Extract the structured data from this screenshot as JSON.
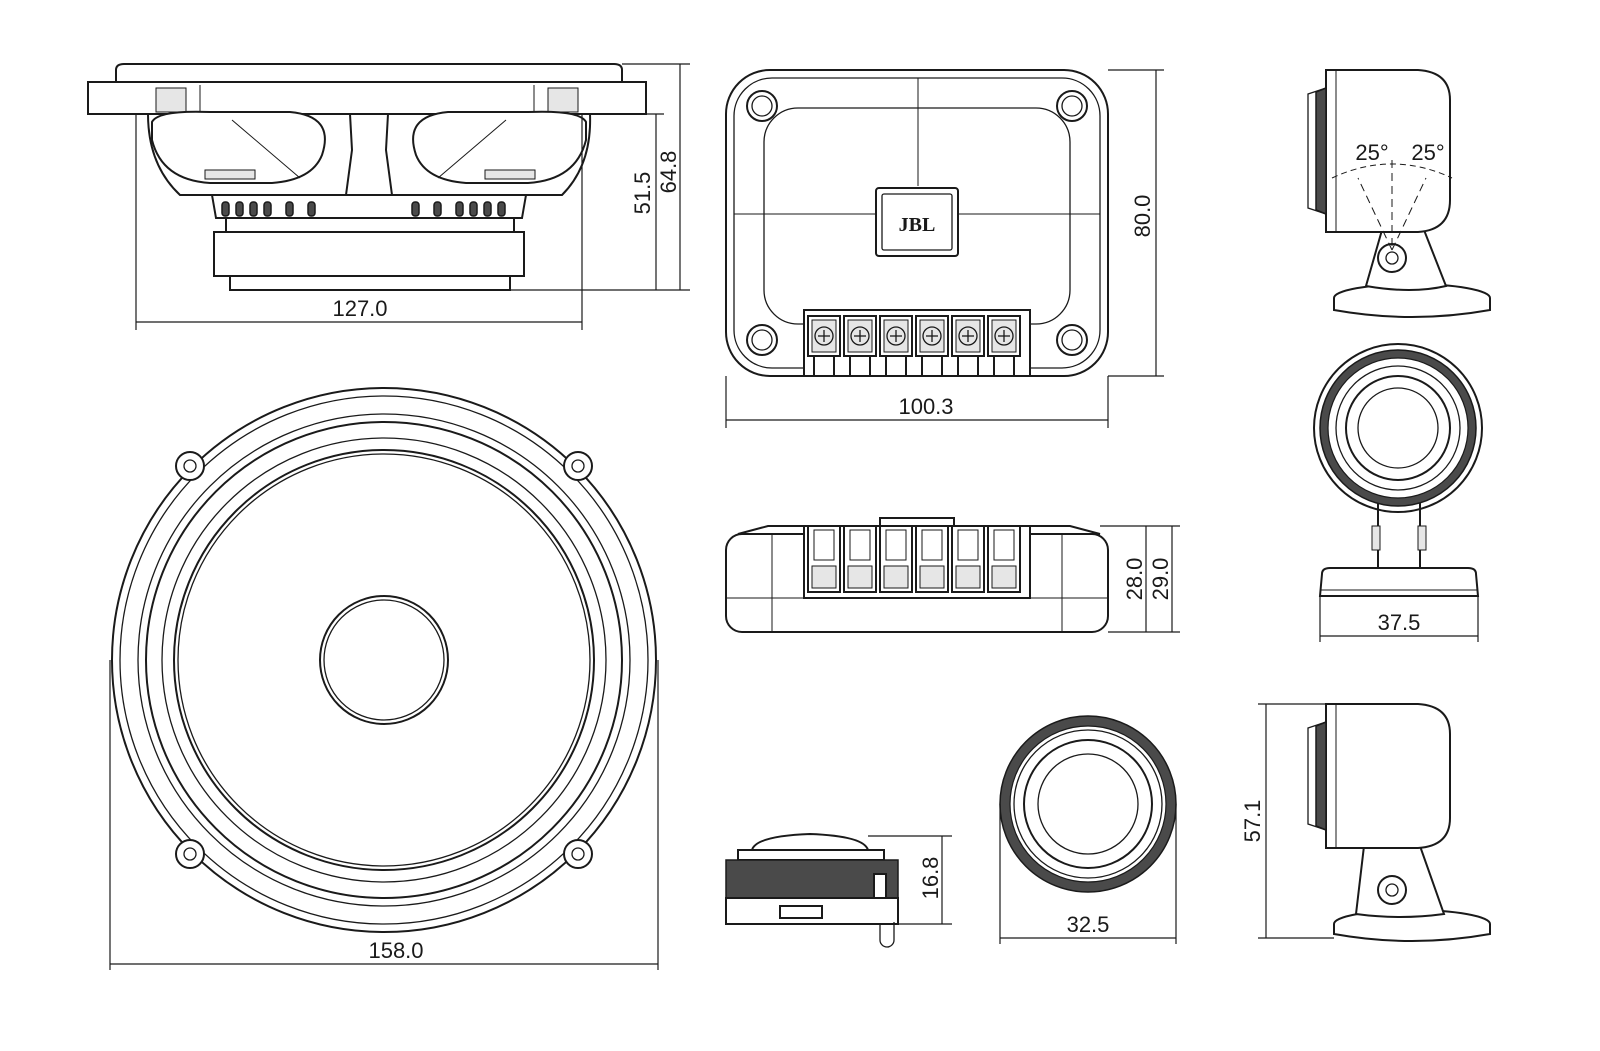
{
  "dimensions": {
    "woofer_depth_magnet": "51.5",
    "woofer_depth_total": "64.8",
    "woofer_mount_diameter": "127.0",
    "woofer_outer_diameter": "158.0",
    "crossover_height": "80.0",
    "crossover_width": "100.3",
    "crossover_depth_body": "28.0",
    "crossover_depth_total": "29.0",
    "tweeter_flush_depth": "16.8",
    "tweeter_flush_diameter": "32.5",
    "tweeter_pod_width": "37.5",
    "tweeter_pod_height": "57.1"
  },
  "angles": {
    "tilt_left": "25°",
    "tilt_right": "25°"
  },
  "brand_logo": "JBL",
  "terminal_count": 6,
  "line_color": "#1a1a1a"
}
